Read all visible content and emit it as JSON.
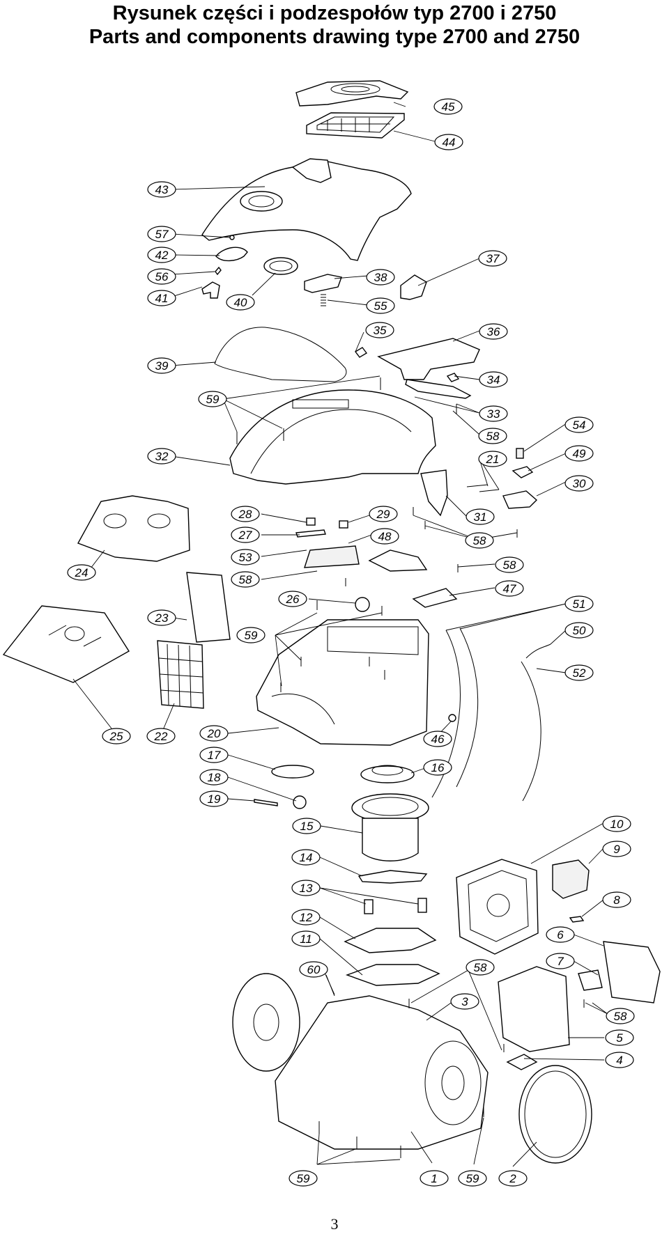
{
  "title_pl": "Rysunek części i podzespołów typ 2700 i 2750",
  "title_en": "Parts and components drawing type 2700 and 2750",
  "page_number": "3",
  "callouts": [
    {
      "id": "c45",
      "label": "45"
    },
    {
      "id": "c44",
      "label": "44"
    },
    {
      "id": "c43",
      "label": "43"
    },
    {
      "id": "c57",
      "label": "57"
    },
    {
      "id": "c42",
      "label": "42"
    },
    {
      "id": "c37",
      "label": "37"
    },
    {
      "id": "c56",
      "label": "56"
    },
    {
      "id": "c38",
      "label": "38"
    },
    {
      "id": "c41",
      "label": "41"
    },
    {
      "id": "c40",
      "label": "40"
    },
    {
      "id": "c55",
      "label": "55"
    },
    {
      "id": "c35",
      "label": "35"
    },
    {
      "id": "c36",
      "label": "36"
    },
    {
      "id": "c39",
      "label": "39"
    },
    {
      "id": "c34",
      "label": "34"
    },
    {
      "id": "c59a",
      "label": "59"
    },
    {
      "id": "c33",
      "label": "33"
    },
    {
      "id": "c58a",
      "label": "58"
    },
    {
      "id": "c54",
      "label": "54"
    },
    {
      "id": "c32",
      "label": "32"
    },
    {
      "id": "c21",
      "label": "21"
    },
    {
      "id": "c49",
      "label": "49"
    },
    {
      "id": "c30",
      "label": "30"
    },
    {
      "id": "c28",
      "label": "28"
    },
    {
      "id": "c29",
      "label": "29"
    },
    {
      "id": "c31",
      "label": "31"
    },
    {
      "id": "c27",
      "label": "27"
    },
    {
      "id": "c48",
      "label": "48"
    },
    {
      "id": "c58b",
      "label": "58"
    },
    {
      "id": "c24",
      "label": "24"
    },
    {
      "id": "c53",
      "label": "53"
    },
    {
      "id": "c58c",
      "label": "58"
    },
    {
      "id": "c58d",
      "label": "58"
    },
    {
      "id": "c47",
      "label": "47"
    },
    {
      "id": "c26",
      "label": "26"
    },
    {
      "id": "c51",
      "label": "51"
    },
    {
      "id": "c23",
      "label": "23"
    },
    {
      "id": "c50",
      "label": "50"
    },
    {
      "id": "c59b",
      "label": "59"
    },
    {
      "id": "c52",
      "label": "52"
    },
    {
      "id": "c25",
      "label": "25"
    },
    {
      "id": "c22",
      "label": "22"
    },
    {
      "id": "c20",
      "label": "20"
    },
    {
      "id": "c46",
      "label": "46"
    },
    {
      "id": "c17",
      "label": "17"
    },
    {
      "id": "c16",
      "label": "16"
    },
    {
      "id": "c18",
      "label": "18"
    },
    {
      "id": "c19",
      "label": "19"
    },
    {
      "id": "c10",
      "label": "10"
    },
    {
      "id": "c15",
      "label": "15"
    },
    {
      "id": "c9",
      "label": "9"
    },
    {
      "id": "c14",
      "label": "14"
    },
    {
      "id": "c8",
      "label": "8"
    },
    {
      "id": "c13",
      "label": "13"
    },
    {
      "id": "c12",
      "label": "12"
    },
    {
      "id": "c6",
      "label": "6"
    },
    {
      "id": "c11",
      "label": "11"
    },
    {
      "id": "c7",
      "label": "7"
    },
    {
      "id": "c60",
      "label": "60"
    },
    {
      "id": "c58e",
      "label": "58"
    },
    {
      "id": "c3",
      "label": "3"
    },
    {
      "id": "c58f",
      "label": "58"
    },
    {
      "id": "c5",
      "label": "5"
    },
    {
      "id": "c4",
      "label": "4"
    },
    {
      "id": "c59c",
      "label": "59"
    },
    {
      "id": "c1",
      "label": "1"
    },
    {
      "id": "c59d",
      "label": "59"
    },
    {
      "id": "c2",
      "label": "2"
    }
  ]
}
